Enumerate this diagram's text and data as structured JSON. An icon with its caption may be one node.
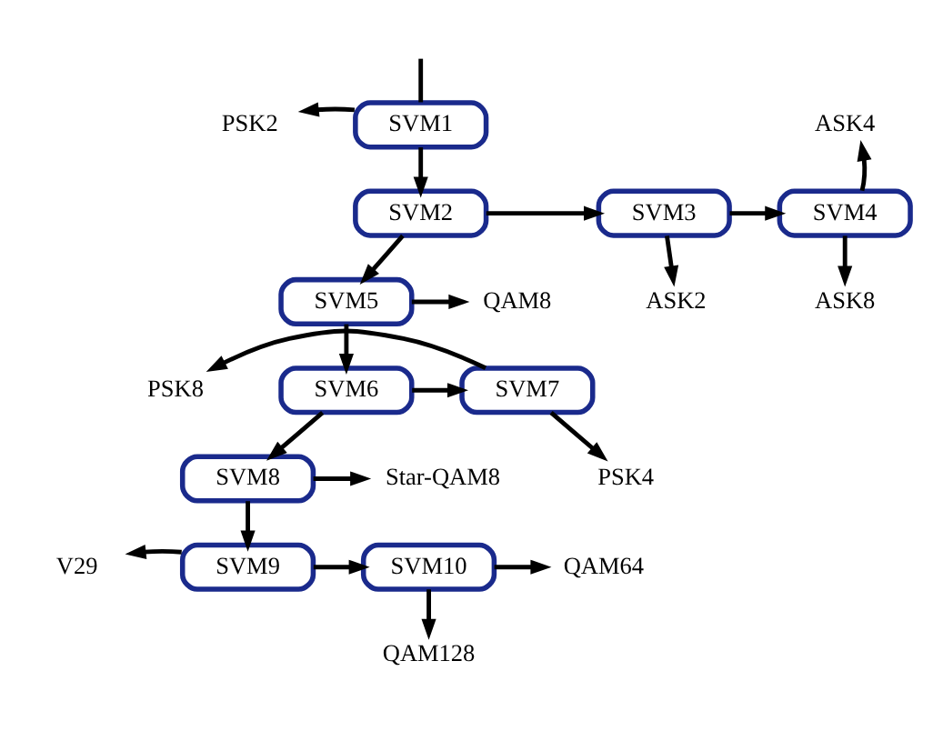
{
  "diagram": {
    "nodes": [
      {
        "text": [
          "PSK2"
        ]
      },
      {
        "text": [
          "SVM1"
        ]
      },
      {
        "text": [
          "ASK4"
        ]
      },
      {
        "text": [
          "SVM2"
        ]
      },
      {
        "text": [
          "SVM3"
        ]
      },
      {
        "text": [
          "SVM4"
        ]
      },
      {
        "text": [
          "ASK2"
        ]
      },
      {
        "text": [
          "ASK8"
        ]
      },
      {
        "text": [
          "QAM8"
        ]
      },
      {
        "text": [
          "SVM5"
        ]
      },
      {
        "text": [
          "PSK8"
        ]
      },
      {
        "text": [
          "SVM7"
        ]
      },
      {
        "text": [
          "SVM6"
        ]
      },
      {
        "text": [
          "PSK4"
        ]
      },
      {
        "text": [
          "SVM8"
        ]
      },
      {
        "text": [
          "Star-QAM8"
        ]
      },
      {
        "text": [
          "V29"
        ]
      },
      {
        "text": [
          "SVM9"
        ]
      },
      {
        "text": [
          "SVM10"
        ]
      },
      {
        "text": [
          "QAM64"
        ]
      },
      {
        "text": [
          "QAM128"
        ]
      }
    ],
    "edges": [
      {
        "from": null,
        "to": 1,
        "arrow": "none"
      },
      {
        "from": 1,
        "to": 0,
        "arrow": "to"
      },
      {
        "from": 1,
        "to": 3,
        "arrow": "to"
      },
      {
        "from": 3,
        "to": 4,
        "arrow": "to"
      },
      {
        "from": 4,
        "to": 6,
        "arrow": "to"
      },
      {
        "from": 4,
        "to": 5,
        "arrow": "to"
      },
      {
        "from": 5,
        "to": 2,
        "arrow": "to"
      },
      {
        "from": 5,
        "to": 7,
        "arrow": "to"
      },
      {
        "from": 3,
        "to": 9,
        "arrow": "to"
      },
      {
        "from": 9,
        "to": 8,
        "arrow": "to"
      },
      {
        "from": 9,
        "to": 12,
        "arrow": "to"
      },
      {
        "from": 12,
        "to": 11,
        "arrow": "to"
      },
      {
        "from": 11,
        "to": 10,
        "arrow": "to"
      },
      {
        "from": 11,
        "to": 13,
        "arrow": "to"
      },
      {
        "from": 12,
        "to": 14,
        "arrow": "to"
      },
      {
        "from": 14,
        "to": 15,
        "arrow": "to"
      },
      {
        "from": 14,
        "to": 17,
        "arrow": "to"
      },
      {
        "from": 17,
        "to": 16,
        "arrow": "to"
      },
      {
        "from": 17,
        "to": 18,
        "arrow": "to"
      },
      {
        "from": 18,
        "to": 19,
        "arrow": "to"
      },
      {
        "from": 18,
        "to": 20,
        "arrow": "to"
      }
    ]
  }
}
